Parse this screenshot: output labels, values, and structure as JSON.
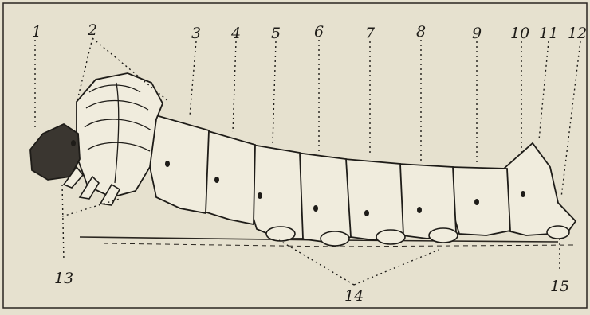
{
  "figure": {
    "paper_color": "#e6e1cf",
    "ink_color": "#1e1c18",
    "top_labels": [
      "1",
      "2",
      "3",
      "4",
      "5",
      "6",
      "7",
      "8",
      "9",
      "10",
      "11",
      "12"
    ],
    "bottom_labels": [
      "13",
      "14",
      "15"
    ]
  }
}
